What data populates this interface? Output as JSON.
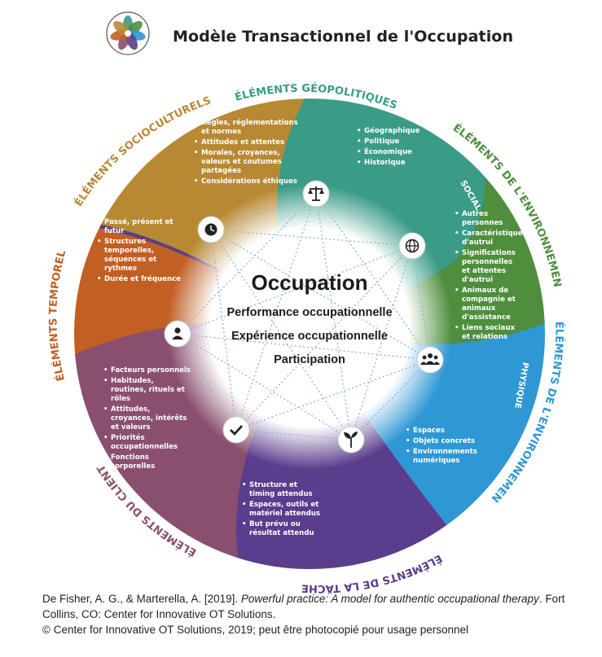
{
  "title": "Modèle Transactionnel de l'Occupation",
  "colors": {
    "geopolitical": "#3a9c86",
    "sociocultural": "#b88933",
    "social": "#4f8e3d",
    "physical": "#2f97d3",
    "task": "#5a3d8c",
    "client": "#8a4f6e",
    "temporal": "#c25f23"
  },
  "outer_labels": {
    "geopolitical": "ÉLÉMENTS GÉOPOLITIQUES",
    "sociocultural": "ÉLÉMENTS SOCIOCULTURELS",
    "social_env": "ÉLÉMENTS DE L'ENVIRONNEMENT",
    "physical_env": "ÉLÉMENTS DE L'ENVIRONNEMENT",
    "task": "ÉLÉMENTS DE LA TÂCHE",
    "client": "ÉLÉMENTS DU CLIENT",
    "temporal": "ÉLÉMENTS TEMPORELS"
  },
  "inner_labels": {
    "social": "SOCIAL",
    "physical": "PHYSIQUE"
  },
  "lists": {
    "sociocultural": [
      "Règles, réglementations et normes",
      "Attitudes et attentes",
      "Morales, croyances, valeurs et coutumes partagées",
      "Considérations éthiques"
    ],
    "geopolitical": [
      "Géographique",
      "Politique",
      "Économique",
      "Historique"
    ],
    "social": [
      "Autres personnes",
      "Caractéristiques d'autrui",
      "Significations personnelles et attentes d'autrui",
      "Animaux de compagnie et animaux d'assistance",
      "Liens sociaux et relations"
    ],
    "temporal": [
      "Passé, présent et futur",
      "Structures temporelles, séquences et rythmes",
      "Durée et fréquence"
    ],
    "client": [
      "Facteurs personnels",
      "Habitudes, routines, rituels et rôles",
      "Attitudes, croyances, intérêts et valeurs",
      "Priorités occupationnelles",
      "Fonctions corporelles"
    ],
    "physical": [
      "Espaces",
      "Objets concrets",
      "Environnements numériques"
    ],
    "task": [
      "Structure et timing attendus",
      "Espaces, outils et matériel attendus",
      "But prévu ou résultat attendu"
    ]
  },
  "center": {
    "heading": "Occupation",
    "line1": "Performance occupationnelle",
    "line2": "Expérience occupationnelle",
    "line3": "Participation"
  },
  "node_icons": [
    "scale-icon",
    "globe-icon",
    "people-icon",
    "plant-icon",
    "check-icon",
    "person-icon",
    "clock-icon"
  ],
  "citation": {
    "authors": "De Fisher, A. G., & Marterella, A. [2019]. ",
    "book": "Powerful practice: A model for authentic occupational therapy",
    "publisher": ". Fort Collins, CO: Center for Innovative OT Solutions.",
    "copyright": "© Center for Innovative OT Solutions, 2019; peut être photocopié pour usage personnel"
  }
}
